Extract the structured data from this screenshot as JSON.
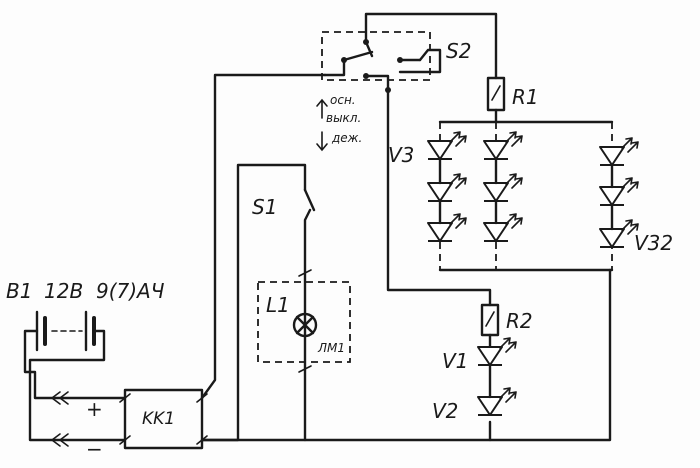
{
  "labels": {
    "b1": "B1",
    "b1_voltage": "12В",
    "b1_capacity": "9(7)АЧ",
    "plus": "+",
    "minus": "−",
    "kk1": "KK1",
    "s1": "S1",
    "s2": "S2",
    "l1": "L1",
    "lm1": "ЛМ1",
    "r1": "R1",
    "r2": "R2",
    "v1": "V1",
    "v2": "V2",
    "v3": "V3",
    "v32": "V32",
    "mode_main": "осн.",
    "mode_off": "выкл.",
    "mode_standby": "деж."
  }
}
